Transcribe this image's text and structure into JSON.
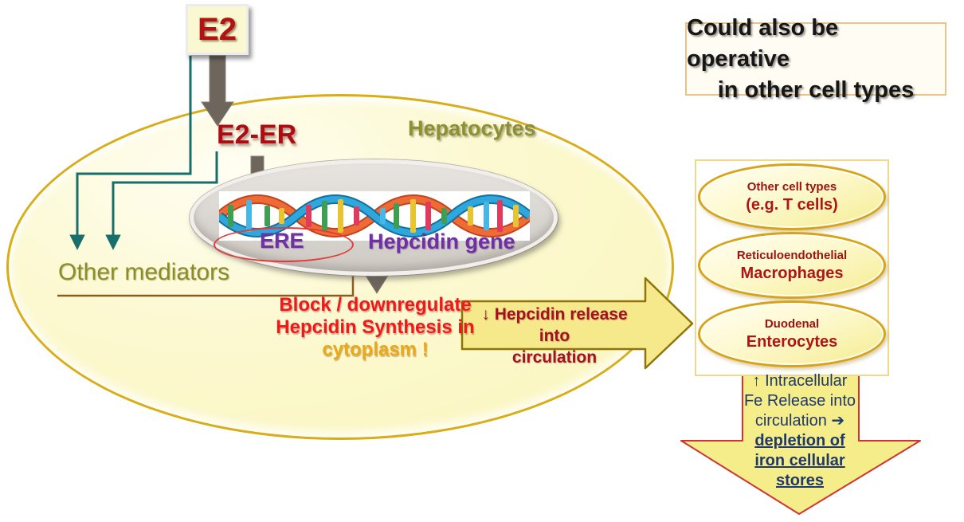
{
  "colors": {
    "cell_fill": "#faf5ba",
    "cell_border": "#d9ad18",
    "teal_line": "#176e6b",
    "gray_arrow": "#6e665c",
    "brown_line": "#8a5e20",
    "purple_text": "#6f2fa5",
    "red_text": "#ee1a1a",
    "dark_red": "#a31220",
    "olive_text": "#8c8c28",
    "gold_text": "#eaa91c",
    "navy_text": "#20396b",
    "yellow_arrow_fill": "#f6e98c",
    "down_arrow_border": "#cd3530"
  },
  "e2": {
    "label": "E2"
  },
  "e2er": {
    "label": "E2-ER"
  },
  "cell": {
    "label": "Hepatocytes"
  },
  "nucleus": {
    "ere_label": "ERE",
    "gene_label": "Hepcidin gene"
  },
  "mediators": {
    "label": "Other mediators"
  },
  "block": {
    "line1": "Block / downregulate",
    "line2": "Hepcidin Synthesis in",
    "line3": "cytoplasm !"
  },
  "release_arrow": {
    "line1": "↓ Hepcidin release into",
    "line2": "circulation"
  },
  "note_box": {
    "line1": "Could also be operative",
    "line2": "in other cell types"
  },
  "cell_types": [
    {
      "line1": "Other cell types",
      "line2": "(e.g. T cells)"
    },
    {
      "line1": "Reticuloendothelial",
      "line2": "Macrophages"
    },
    {
      "line1": "Duodenal",
      "line2": "Enterocytes"
    }
  ],
  "outcome_arrow": {
    "line1": "↑ Intracellular",
    "line2": "Fe Release into",
    "line3": "circulation ➔",
    "line4": "depletion of",
    "line5": "iron cellular",
    "line6": "stores"
  }
}
